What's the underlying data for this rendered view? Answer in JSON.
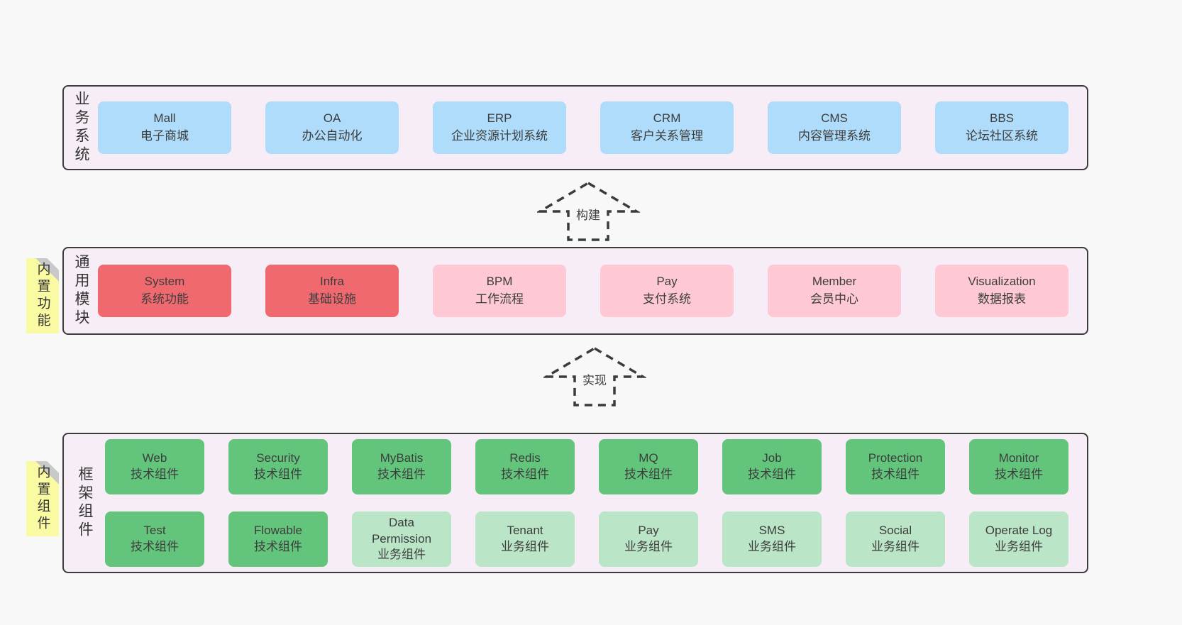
{
  "colors": {
    "page": "#f8f8f8",
    "panel": "#f7edf6",
    "border": "#3c3c3c",
    "text": "#3d3d3d",
    "blue": "#aedcfa",
    "red": "#f0696e",
    "pink": "#fec9d4",
    "green": "#63c57c",
    "lightgreen": "#bae5c6",
    "yellow": "#fafaa2",
    "fold": "#c9c9c9"
  },
  "arrows": [
    {
      "label": "构建"
    },
    {
      "label": "实现"
    }
  ],
  "layers": [
    {
      "name": "业务系统",
      "sticky": null,
      "rows": [
        [
          {
            "en": "Mall",
            "zh": "电子商城",
            "type": "blue"
          },
          {
            "en": "OA",
            "zh": "办公自动化",
            "type": "blue"
          },
          {
            "en": "ERP",
            "zh": "企业资源计划系统",
            "type": "blue"
          },
          {
            "en": "CRM",
            "zh": "客户关系管理",
            "type": "blue"
          },
          {
            "en": "CMS",
            "zh": "内容管理系统",
            "type": "blue"
          },
          {
            "en": "BBS",
            "zh": "论坛社区系统",
            "type": "blue"
          }
        ]
      ]
    },
    {
      "name": "通用模块",
      "sticky": "内置功能",
      "rows": [
        [
          {
            "en": "System",
            "zh": "系统功能",
            "type": "red"
          },
          {
            "en": "Infra",
            "zh": "基础设施",
            "type": "red"
          },
          {
            "en": "BPM",
            "zh": "工作流程",
            "type": "pink"
          },
          {
            "en": "Pay",
            "zh": "支付系统",
            "type": "pink"
          },
          {
            "en": "Member",
            "zh": "会员中心",
            "type": "pink"
          },
          {
            "en": "Visualization",
            "zh": "数据报表",
            "type": "pink"
          }
        ]
      ]
    },
    {
      "name": "框架组件",
      "sticky": "内置组件",
      "rows": [
        [
          {
            "en": "Web",
            "zh": "技术组件",
            "type": "green"
          },
          {
            "en": "Security",
            "zh": "技术组件",
            "type": "green"
          },
          {
            "en": "MyBatis",
            "zh": "技术组件",
            "type": "green"
          },
          {
            "en": "Redis",
            "zh": "技术组件",
            "type": "green"
          },
          {
            "en": "MQ",
            "zh": "技术组件",
            "type": "green"
          },
          {
            "en": "Job",
            "zh": "技术组件",
            "type": "green"
          },
          {
            "en": "Protection",
            "zh": "技术组件",
            "type": "green"
          },
          {
            "en": "Monitor",
            "zh": "技术组件",
            "type": "green"
          }
        ],
        [
          {
            "en": "Test",
            "zh": "技术组件",
            "type": "green"
          },
          {
            "en": "Flowable",
            "zh": "技术组件",
            "type": "green"
          },
          {
            "en": "Data Permission",
            "zh": "业务组件",
            "type": "lightgreen"
          },
          {
            "en": "Tenant",
            "zh": "业务组件",
            "type": "lightgreen"
          },
          {
            "en": "Pay",
            "zh": "业务组件",
            "type": "lightgreen"
          },
          {
            "en": "SMS",
            "zh": "业务组件",
            "type": "lightgreen"
          },
          {
            "en": "Social",
            "zh": "业务组件",
            "type": "lightgreen"
          },
          {
            "en": "Operate Log",
            "zh": "业务组件",
            "type": "lightgreen"
          }
        ]
      ]
    }
  ]
}
